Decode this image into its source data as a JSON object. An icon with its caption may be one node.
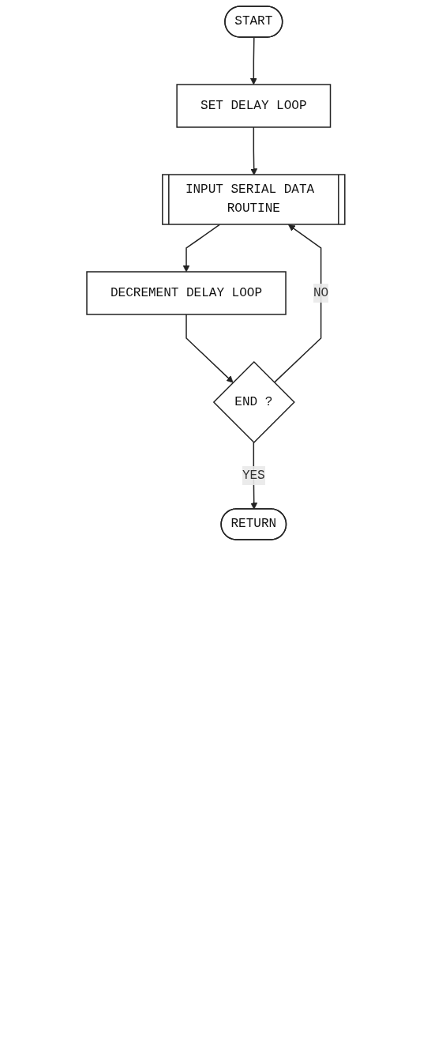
{
  "diagram": {
    "nodes": [
      {
        "text": [
          "START"
        ]
      },
      {
        "text": [
          "SET DELAY LOOP"
        ]
      },
      {
        "text": [
          "INPUT SERIAL DATA ROUTINE"
        ]
      },
      {
        "text": [
          "DECREMENT DELAY LOOP"
        ]
      },
      {
        "text": [
          "END ?"
        ]
      },
      {
        "text": [
          "RETURN"
        ]
      }
    ],
    "edges": [
      {
        "from": 0,
        "to": 1,
        "arrow": "to"
      },
      {
        "from": 1,
        "to": 2,
        "arrow": "to"
      },
      {
        "from": 2,
        "to": 3,
        "arrow": "to"
      },
      {
        "from": 3,
        "to": 4,
        "arrow": "to"
      },
      {
        "from": 4,
        "to": 2,
        "arrow": "to",
        "label": "NO"
      },
      {
        "from": 4,
        "to": 5,
        "arrow": "to",
        "label": "YES"
      }
    ]
  }
}
